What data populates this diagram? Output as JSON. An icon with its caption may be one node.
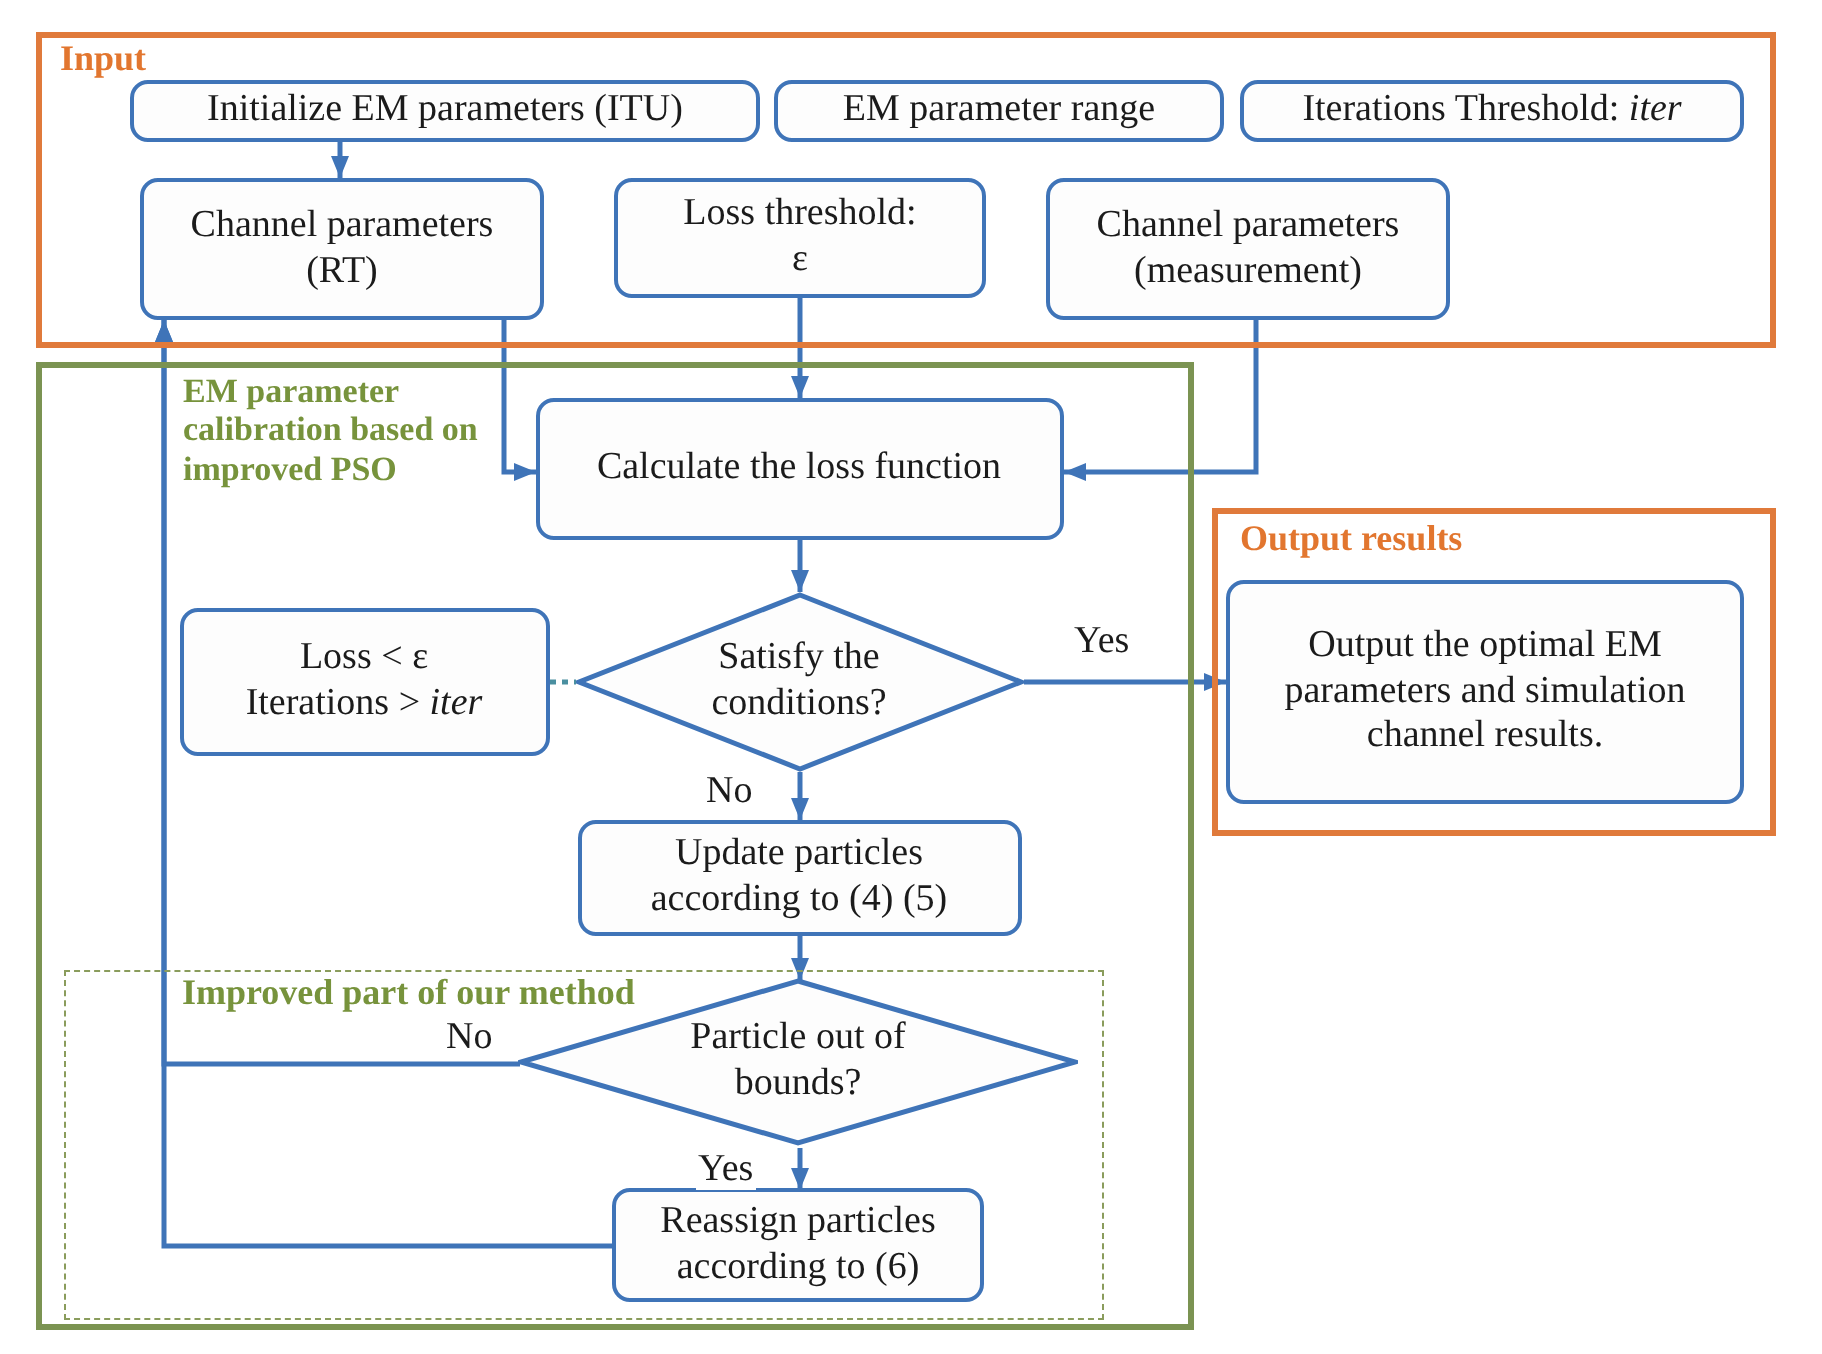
{
  "diagram": {
    "nodes": [
      {
        "text": [
          "Input"
        ]
      },
      {
        "text": [
          "Initialize EM parameters (ITU)"
        ],
        "in": 0
      },
      {
        "text": [
          "EM parameter range"
        ],
        "in": 0
      },
      {
        "text": [
          "Iterations Threshold: *iter*"
        ],
        "in": 0
      },
      {
        "text": [
          "Channel parameters (RT)"
        ],
        "in": 0
      },
      {
        "text": [
          "Loss threshold: ε"
        ],
        "in": 0
      },
      {
        "text": [
          "Channel parameters (measurement)"
        ],
        "in": 0
      },
      {
        "text": [
          "EM parameter calibration based on improved PSO"
        ]
      },
      {
        "text": [
          "Calculate the loss function"
        ],
        "in": 7
      },
      {
        "text": [
          "Loss < ε",
          "Iterations > *iter*"
        ],
        "in": 7
      },
      {
        "text": [
          "Satisfy the conditions?"
        ],
        "in": 7
      },
      {
        "text": [
          "Output results"
        ]
      },
      {
        "text": [
          "Output the optimal EM parameters and simulation channel results."
        ],
        "in": 11
      },
      {
        "text": [
          "Update particles according to (4) (5)"
        ],
        "in": 7
      },
      {
        "text": [
          "Improved part of our method"
        ],
        "in": 7
      },
      {
        "text": [
          "Particle out of bounds?"
        ],
        "in": 14
      },
      {
        "text": [
          "Reassign particles according to (6)"
        ],
        "in": 14
      }
    ],
    "edges": [
      {
        "from": 1,
        "to": 4,
        "arrow": "to"
      },
      {
        "from": 4,
        "to": 8,
        "arrow": "to"
      },
      {
        "from": 5,
        "to": 8,
        "arrow": "to"
      },
      {
        "from": 6,
        "to": 8,
        "arrow": "to"
      },
      {
        "from": 8,
        "to": 10,
        "arrow": "to"
      },
      {
        "from": 9,
        "to": 10,
        "arrow": "none",
        "style": "dashed",
        "color": "#4a8fa0"
      },
      {
        "from": 10,
        "to": 12,
        "arrow": "to",
        "label": "Yes"
      },
      {
        "from": 10,
        "to": 13,
        "arrow": "to",
        "label": "No"
      },
      {
        "from": 13,
        "to": 15,
        "arrow": "to"
      },
      {
        "from": 15,
        "to": 4,
        "arrow": "to",
        "label": "No"
      },
      {
        "from": 16,
        "to": 4,
        "arrow": "to"
      },
      {
        "from": 15,
        "to": 16,
        "arrow": "to",
        "label": "Yes"
      }
    ]
  }
}
